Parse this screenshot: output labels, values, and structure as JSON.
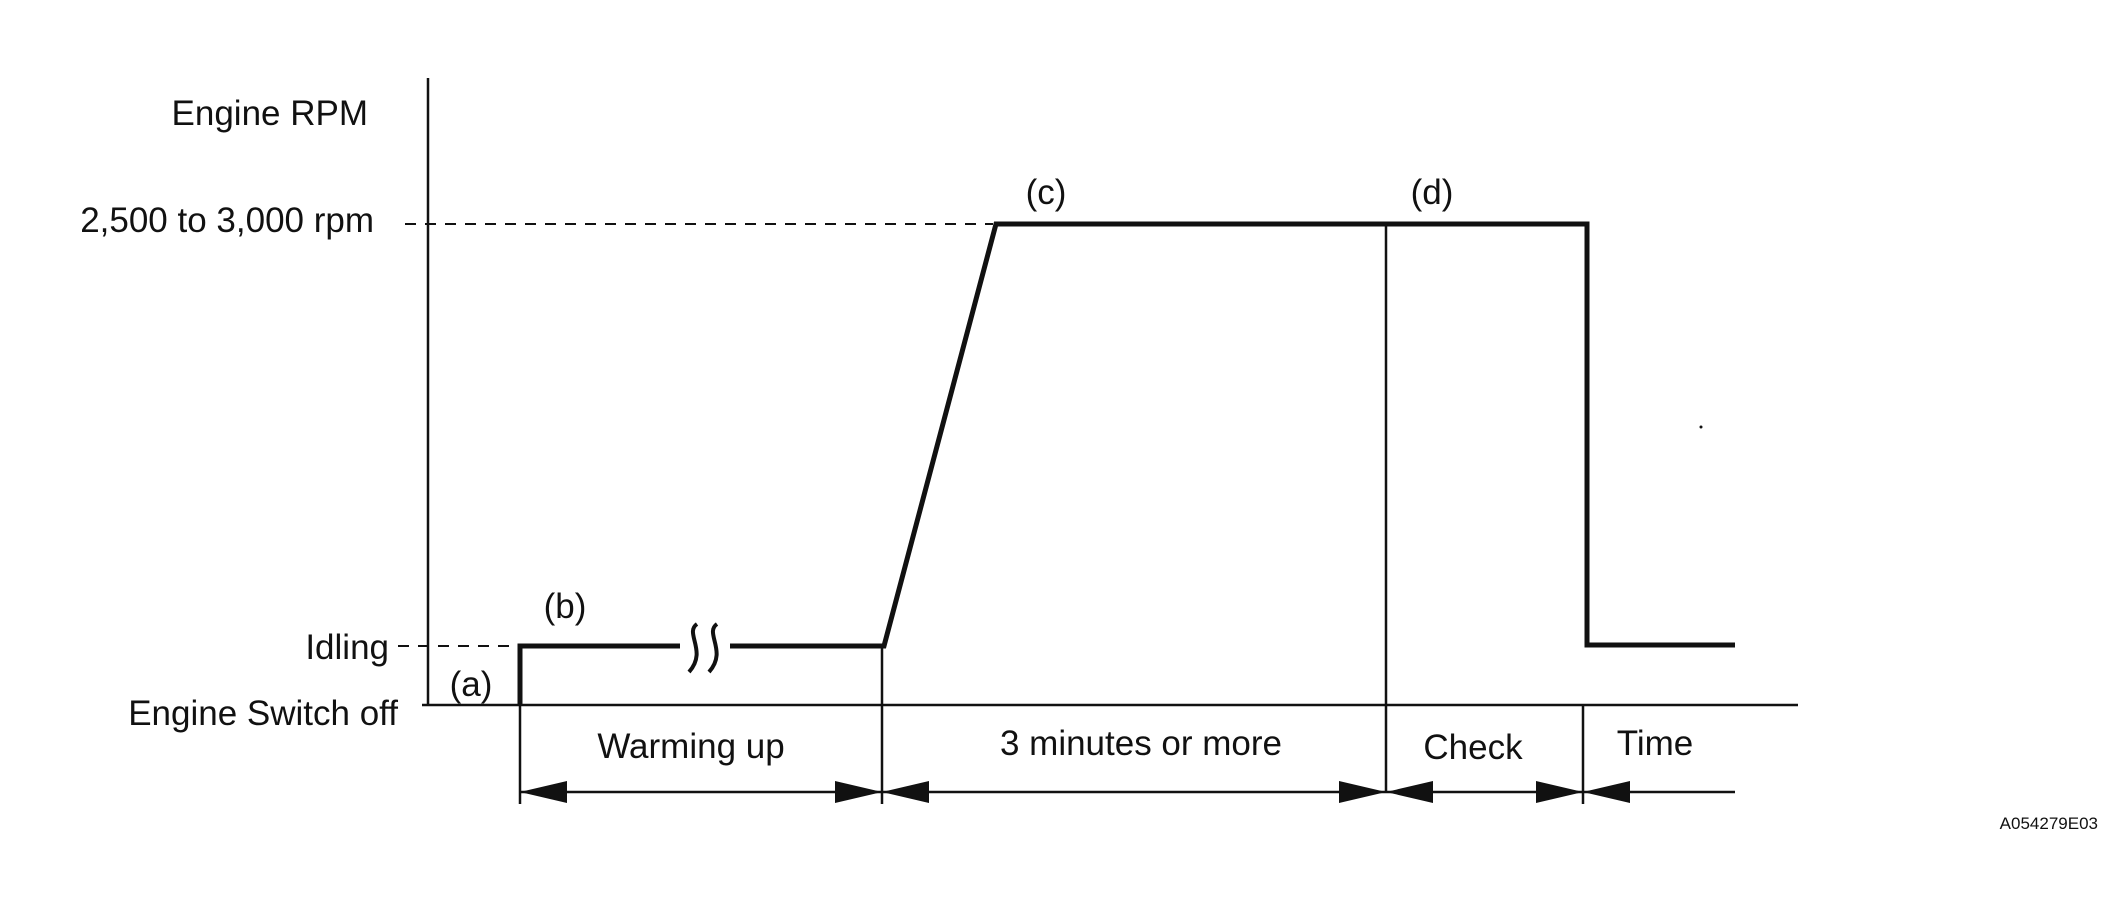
{
  "labels": {
    "y_axis_title": "Engine RPM",
    "rpm_level": "2,500 to 3,000 rpm",
    "idle_level": "Idling",
    "off_level": "Engine Switch off",
    "point_a": "(a)",
    "point_b": "(b)",
    "point_c": "(c)",
    "point_d": "(d)",
    "phase_warming": "Warming up",
    "phase_hold": "3 minutes or more",
    "phase_check": "Check",
    "time_label": "Time",
    "figure_code": "A054279E03"
  },
  "colors": {
    "ink": "#111111",
    "background": "#ffffff"
  }
}
